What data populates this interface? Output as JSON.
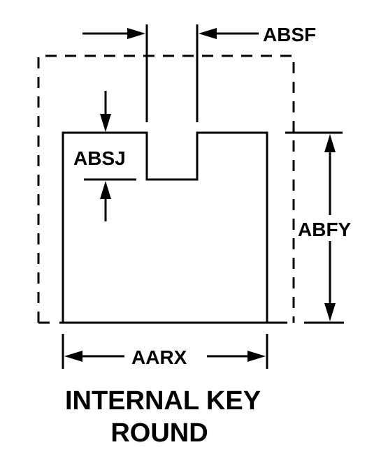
{
  "dimensions": {
    "slot_width": "ABSF",
    "slot_depth": "ABSJ",
    "height": "ABFY",
    "width": "AARX"
  },
  "caption": {
    "line1": "INTERNAL KEY",
    "line2": "ROUND"
  },
  "colors": {
    "ink": "#000000",
    "background": "#ffffff"
  }
}
